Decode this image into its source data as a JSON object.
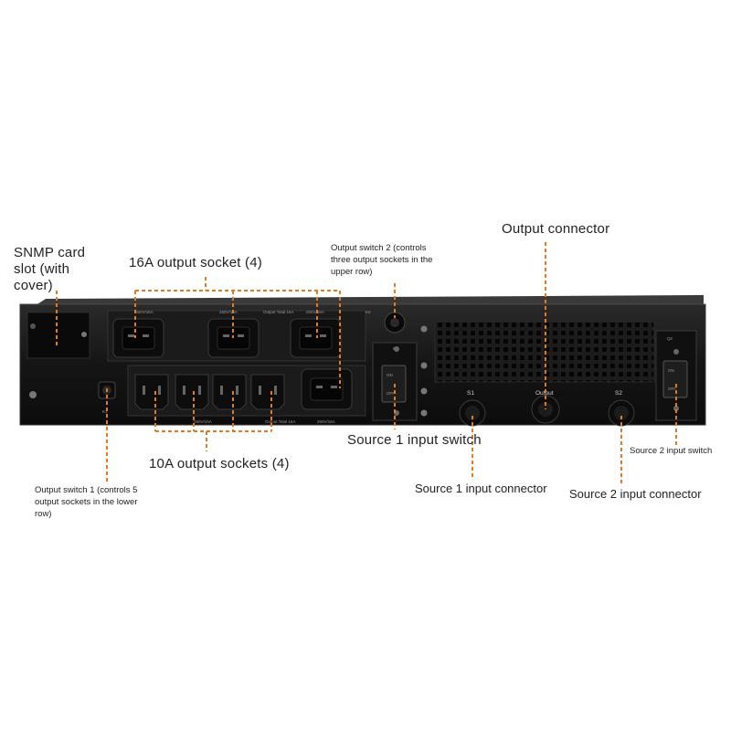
{
  "labels": {
    "snmp": "SNMP card\nslot (with\ncover)",
    "out16": "16A output socket (4)",
    "out10": "10A output sockets (4)",
    "switch2": "Output switch 2 (controls\nthree output sockets in the\nupper row)",
    "switch1": "Output switch 1 (controls 5\noutput sockets in the lower\nrow)",
    "output_connector": "Output connector",
    "src1_switch": "Source 1 input switch",
    "src1_conn": "Source 1 input connector",
    "src2_conn": "Source 2 input connector",
    "src2_switch": "Source 2 input switch"
  },
  "panel": {
    "s1": "S1",
    "output": "Output",
    "s2": "S2",
    "q1": "Q1",
    "q2": "Q2",
    "k1": "K1",
    "k2": "K2",
    "on": "ON",
    "off": "OFF",
    "rating_upper_1": "250V/16A",
    "rating_upper_2": "250V/16A",
    "output_total": "Output Total 16A",
    "rating_upper_3": "250V/16A",
    "rating_lower_1": "250V/10A",
    "rating_lower_2": "Output Total 16A",
    "rating_lower_3": "250V/16A"
  },
  "colors": {
    "leader": "#e07b20",
    "chassis": "#151515",
    "chassis_edge": "#3a3a3a"
  }
}
